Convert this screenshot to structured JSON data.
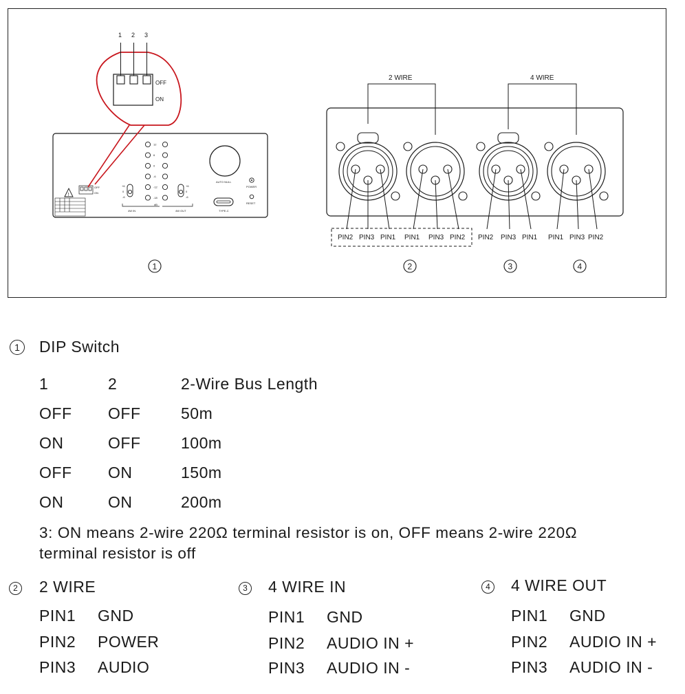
{
  "figure": {
    "dip_numbers": [
      "1",
      "2",
      "3"
    ],
    "dip_off": "OFF",
    "dip_on": "ON",
    "wire2_label": "2 WIRE",
    "wire4_label": "4 WIRE",
    "pins_2wire_in": [
      "PIN2",
      "PIN3",
      "PIN1"
    ],
    "pins_2wire_out": [
      "PIN1",
      "PIN3",
      "PIN2"
    ],
    "pins_4wire_in": [
      "PIN2",
      "PIN3",
      "PIN1"
    ],
    "pins_4wire_out": [
      "PIN1",
      "PIN3",
      "PIN2"
    ],
    "callouts": [
      "1",
      "2",
      "3",
      "4"
    ],
    "panel_labels": {
      "auto_null": "AUTO NULL",
      "power": "POWER",
      "reset": "RESET",
      "type_c": "TYPE-C",
      "in_4w": "4W IN",
      "out_4w": "4W OUT",
      "db": "dB",
      "meter_left": [
        "12",
        "6",
        "0",
        "-6",
        "-12",
        "-18"
      ],
      "switch_marks": [
        "+6",
        "0",
        "-6"
      ],
      "dip_off": "OFF",
      "dip_on": "ON"
    }
  },
  "legend": {
    "dip": {
      "num": "1",
      "title": "DIP Switch",
      "headers": [
        "1",
        "2",
        "2-Wire Bus Length"
      ],
      "rows": [
        [
          "OFF",
          "OFF",
          "50m"
        ],
        [
          "ON",
          "OFF",
          "100m"
        ],
        [
          "OFF",
          "ON",
          "150m"
        ],
        [
          "ON",
          "ON",
          "200m"
        ]
      ],
      "note_line1": "3:  ON means 2-wire 220Ω terminal resistor is on, OFF means 2-wire 220Ω",
      "note_line2": "terminal resistor is off"
    },
    "wire2": {
      "num": "2",
      "title": "2 WIRE",
      "pins": [
        [
          "PIN1",
          "GND"
        ],
        [
          "PIN2",
          "POWER"
        ],
        [
          "PIN3",
          "AUDIO"
        ]
      ]
    },
    "wire4in": {
      "num": "3",
      "title": "4 WIRE IN",
      "pins": [
        [
          "PIN1",
          "GND"
        ],
        [
          "PIN2",
          "AUDIO IN +"
        ],
        [
          "PIN3",
          "AUDIO IN -"
        ]
      ]
    },
    "wire4out": {
      "num": "4",
      "title": "4 WIRE OUT",
      "pins": [
        [
          "PIN1",
          "GND"
        ],
        [
          "PIN2",
          "AUDIO IN +"
        ],
        [
          "PIN3",
          "AUDIO IN -"
        ]
      ]
    }
  },
  "colors": {
    "line": "#1a1a1a",
    "callout_red": "#c8161d"
  }
}
